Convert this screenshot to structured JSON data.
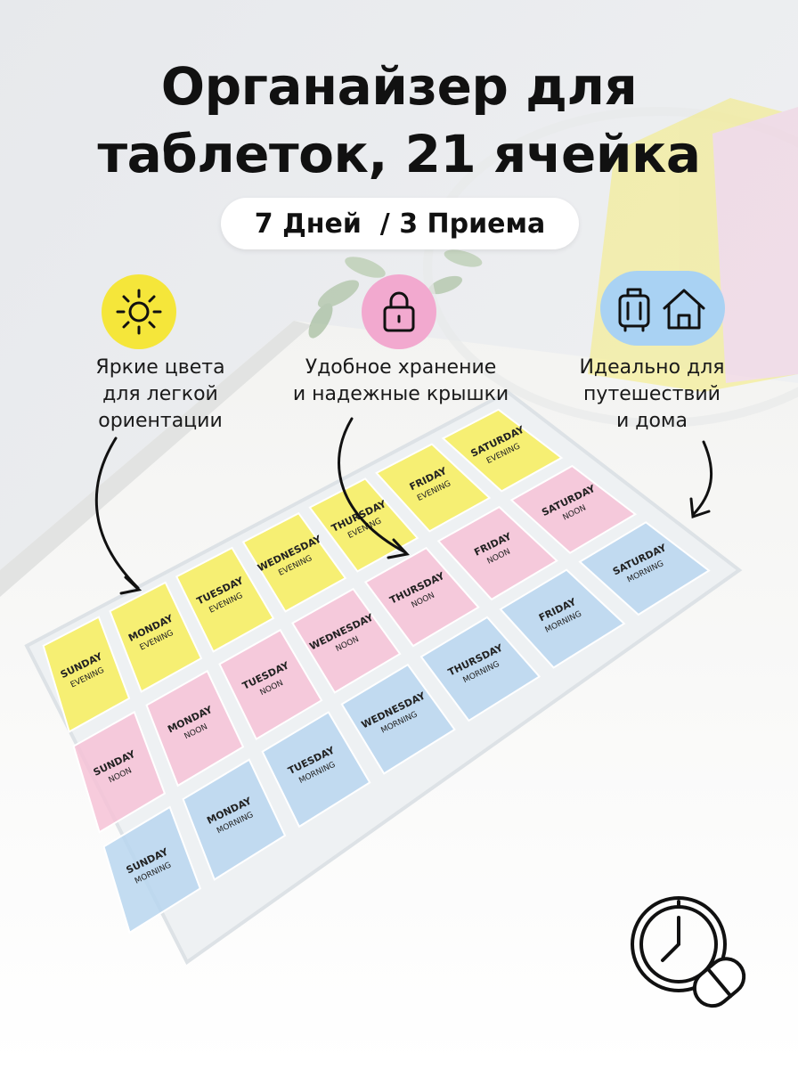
{
  "header": {
    "title_line1": "Органайзер для",
    "title_line2": "таблеток, 21 ячейка",
    "badge": "7 Дней  / 3 Приема"
  },
  "features": [
    {
      "icon": "sun-icon",
      "lines": [
        "Яркие цвета",
        "для легкой",
        "ориентации"
      ],
      "color": "#f5e63a"
    },
    {
      "icon": "lock-icon",
      "lines": [
        "Удобное хранение",
        "и надежные крышки"
      ],
      "color": "#f2a9cf"
    },
    {
      "icon": "suitcase-home-icon",
      "lines": [
        "Идеально для",
        "путешествий",
        "и дома"
      ],
      "color": "#a9d2f3"
    }
  ],
  "organizer": {
    "rows": [
      {
        "time": "EVENING",
        "color": "#f7ee5c"
      },
      {
        "time": "NOON",
        "color": "#f6c2d6"
      },
      {
        "time": "MORNING",
        "color": "#b9d6ef"
      }
    ],
    "days": [
      "SUNDAY",
      "MONDAY",
      "TUESDAY",
      "WEDNESDAY",
      "THURSDAY",
      "FRIDAY",
      "SATURDAY"
    ]
  },
  "corner_icon": "clock-pill-icon"
}
